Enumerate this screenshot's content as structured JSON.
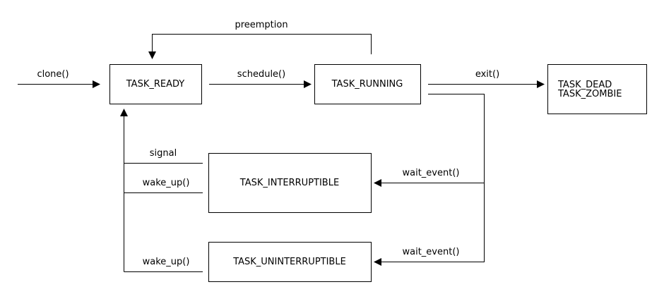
{
  "states": {
    "ready": "TASK_READY",
    "running": "TASK_RUNNING",
    "dead": "TASK_DEAD",
    "zombie": "TASK_ZOMBIE",
    "interruptible": "TASK_INTERRUPTIBLE",
    "uninterruptible": "TASK_UNINTERRUPTIBLE"
  },
  "transitions": {
    "clone": "clone()",
    "schedule": "schedule()",
    "preemption": "preemption",
    "exit": "exit()",
    "wait_event_1": "wait_event()",
    "wait_event_2": "wait_event()",
    "signal": "signal",
    "wake_up_1": "wake_up()",
    "wake_up_2": "wake_up()"
  }
}
